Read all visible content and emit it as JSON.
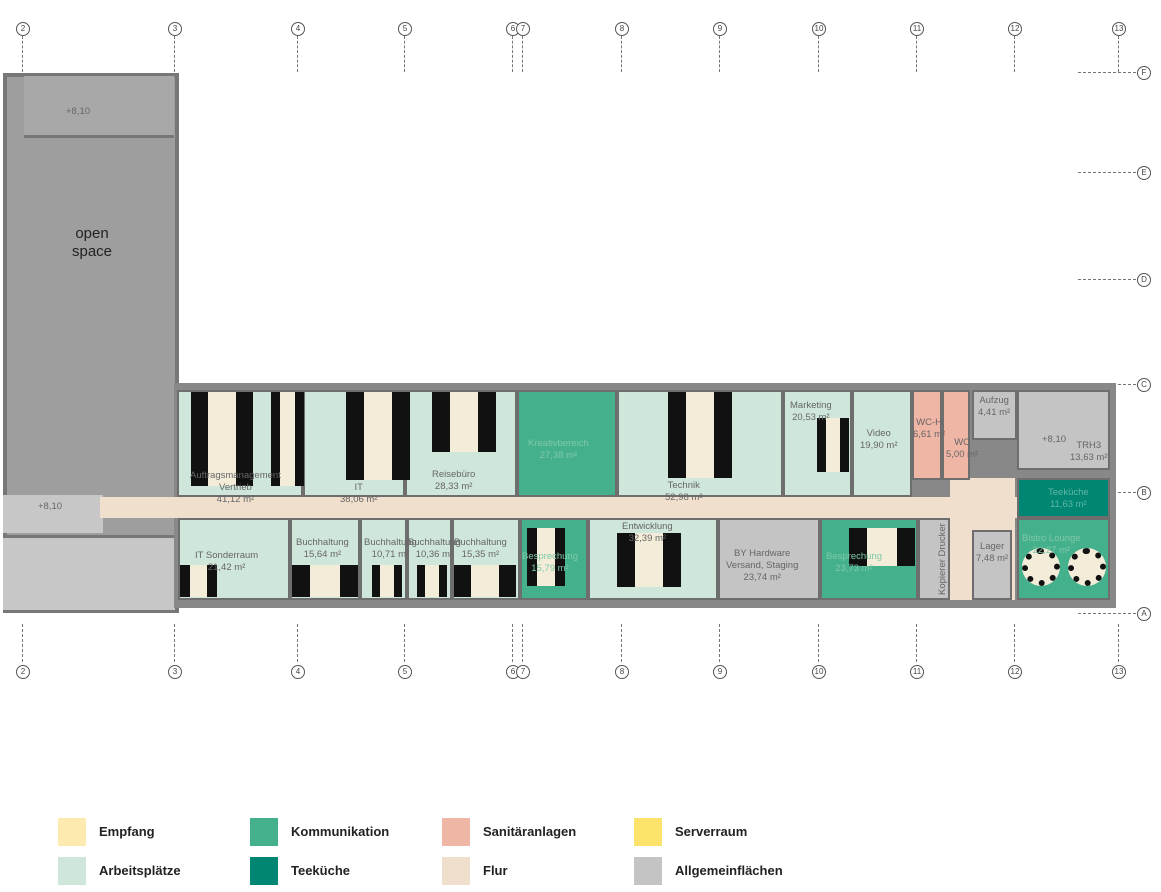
{
  "axes_top": [
    "2",
    "3",
    "4",
    "5",
    "6",
    "7",
    "8",
    "9",
    "10",
    "11",
    "12",
    "13"
  ],
  "axes_right": [
    "F",
    "E",
    "D",
    "C",
    "B",
    "A"
  ],
  "open_space": {
    "line1": "open",
    "line2": "space"
  },
  "levels": [
    "+8,10",
    "+8,10",
    "+8,10"
  ],
  "rooms": [
    {
      "name": "Auftragsmanagement\nVertrieb",
      "area": "41,12 m²",
      "type": "Arbeitsplätze"
    },
    {
      "name": "IT",
      "area": "38,06 m²",
      "type": "Arbeitsplätze"
    },
    {
      "name": "Reisebüro",
      "area": "28,33 m²",
      "type": "Arbeitsplätze"
    },
    {
      "name": "Kreativbereich",
      "area": "27,38 m²",
      "type": "Kommunikation"
    },
    {
      "name": "Technik",
      "area": "52,98 m²",
      "type": "Arbeitsplätze"
    },
    {
      "name": "Marketing",
      "area": "20,53 m²",
      "type": "Arbeitsplätze"
    },
    {
      "name": "Video",
      "area": "19,90 m²",
      "type": "Arbeitsplätze"
    },
    {
      "name": "WC-H",
      "area": "6,61 m²",
      "type": "Sanitäranlagen"
    },
    {
      "name": "WC",
      "area": "5,00 m²",
      "type": "Sanitäranlagen"
    },
    {
      "name": "Aufzug",
      "area": "4,41 m²",
      "type": "Allgemeinflächen"
    },
    {
      "name": "TRH3",
      "area": "13,63 m²",
      "type": "Allgemeinflächen"
    },
    {
      "name": "Teeküche",
      "area": "11,63 m²",
      "type": "Teeküche"
    },
    {
      "name": "IT Sonderraum",
      "area": "21,42 m²",
      "type": "Arbeitsplätze"
    },
    {
      "name": "Buchhaltung",
      "area": "15,64 m²",
      "type": "Arbeitsplätze"
    },
    {
      "name": "Buchhaltung",
      "area": "10,71 m²",
      "type": "Arbeitsplätze"
    },
    {
      "name": "Buchhaltung",
      "area": "10,36 m²",
      "type": "Arbeitsplätze"
    },
    {
      "name": "Buchhaltung",
      "area": "15,35 m²",
      "type": "Arbeitsplätze"
    },
    {
      "name": "Besprechung",
      "area": "15,79 m²",
      "type": "Kommunikation"
    },
    {
      "name": "Entwicklung",
      "area": "32,39 m²",
      "type": "Arbeitsplätze"
    },
    {
      "name": "BY Hardware\nVersand, Staging",
      "area": "23,74 m²",
      "type": "Allgemeinflächen"
    },
    {
      "name": "Besprechung",
      "area": "23,73 m²",
      "type": "Kommunikation"
    },
    {
      "name": "Kopierer Drucker",
      "area": "",
      "type": "Allgemeinflächen"
    },
    {
      "name": "Lager",
      "area": "7,48 m²",
      "type": "Allgemeinflächen"
    },
    {
      "name": "Bistro Lounge",
      "area": "22,27 m²",
      "type": "Kommunikation"
    }
  ],
  "legend": [
    {
      "label": "Empfang",
      "color": "#fdeaae"
    },
    {
      "label": "Kommunikation",
      "color": "#45b08c"
    },
    {
      "label": "Sanitäranlagen",
      "color": "#efb5a5"
    },
    {
      "label": "Serverraum",
      "color": "#fce46c"
    },
    {
      "label": "Arbeitsplätze",
      "color": "#cfe6da"
    },
    {
      "label": "Teeküche",
      "color": "#008673"
    },
    {
      "label": "Flur",
      "color": "#f0dfcd"
    },
    {
      "label": "Allgemeinflächen",
      "color": "#c4c4c4"
    }
  ]
}
